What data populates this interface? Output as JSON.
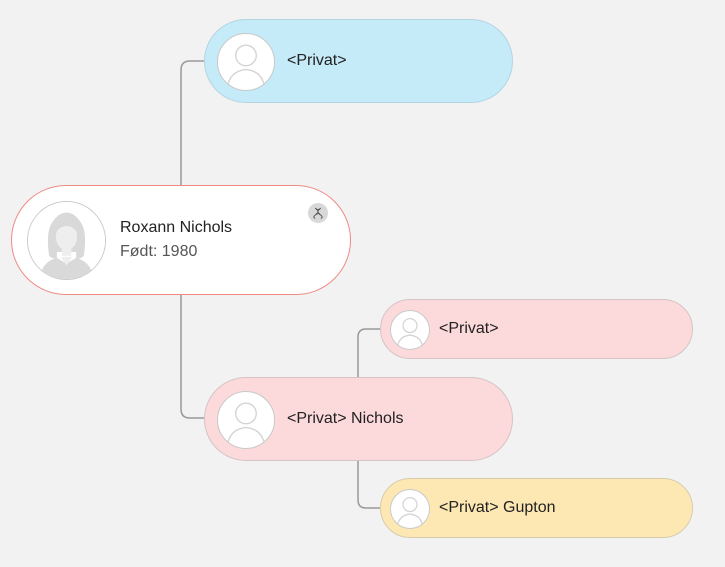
{
  "tree": {
    "root": {
      "name": "Roxann Nichols",
      "born": "Født: 1980",
      "avatar_icon": "female-silhouette-icon",
      "badge_icon": "dna-icon"
    },
    "father": {
      "name": "<Privat>",
      "avatar_icon": "person-silhouette-icon"
    },
    "mother": {
      "name": "<Privat> Nichols",
      "avatar_icon": "person-silhouette-icon"
    },
    "grandmother_top": {
      "name": "<Privat>",
      "avatar_icon": "person-silhouette-icon"
    },
    "grandmother_bottom": {
      "name": "<Privat> Gupton",
      "avatar_icon": "person-silhouette-icon"
    }
  },
  "colors": {
    "background": "#f2f2f2",
    "male_card": "#c5eaf8",
    "female_card": "#fcd9da",
    "root_card": "#ffffff",
    "root_border": "#ef8a86",
    "alt_card": "#fde8b4",
    "connector": "#999999"
  }
}
